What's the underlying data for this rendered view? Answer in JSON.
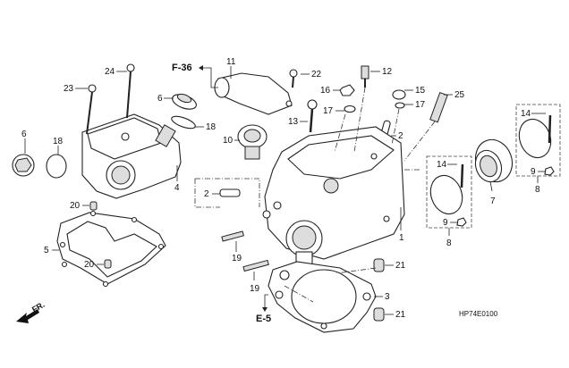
{
  "diagram": {
    "title": "Cylinder Head Parts Diagram",
    "drawing_code": "HP74E0100",
    "front_indicator": "FR.",
    "references": {
      "thermostat_ref": "F-36",
      "gasket_ref": "E-5"
    },
    "callouts": [
      {
        "id": "c24",
        "label": "24",
        "part": "bolt"
      },
      {
        "id": "c23",
        "label": "23",
        "part": "bolt"
      },
      {
        "id": "c6a",
        "label": "6",
        "part": "cap"
      },
      {
        "id": "c18a",
        "label": "18",
        "part": "o-ring"
      },
      {
        "id": "c6b",
        "label": "6",
        "part": "cap"
      },
      {
        "id": "c18b",
        "label": "18",
        "part": "o-ring"
      },
      {
        "id": "c4",
        "label": "4",
        "part": "cylinder head cover"
      },
      {
        "id": "c11",
        "label": "11",
        "part": "thermostat cover"
      },
      {
        "id": "c22",
        "label": "22",
        "part": "bolt"
      },
      {
        "id": "c12",
        "label": "12",
        "part": "sensor"
      },
      {
        "id": "c16",
        "label": "16",
        "part": "nut"
      },
      {
        "id": "c15",
        "label": "15",
        "part": "cap nut"
      },
      {
        "id": "c25",
        "label": "25",
        "part": "spark plug"
      },
      {
        "id": "c13",
        "label": "13",
        "part": "bolt"
      },
      {
        "id": "c17a",
        "label": "17",
        "part": "washer"
      },
      {
        "id": "c17b",
        "label": "17",
        "part": "washer"
      },
      {
        "id": "c10",
        "label": "10",
        "part": "thermostat"
      },
      {
        "id": "c2a",
        "label": "2",
        "part": "pipe"
      },
      {
        "id": "c2b",
        "label": "2",
        "part": "pipe"
      },
      {
        "id": "c14a",
        "label": "14",
        "part": "bolt"
      },
      {
        "id": "c9a",
        "label": "9",
        "part": "nut"
      },
      {
        "id": "c8a",
        "label": "8",
        "part": "band set"
      },
      {
        "id": "c14b",
        "label": "14",
        "part": "bolt"
      },
      {
        "id": "c9b",
        "label": "9",
        "part": "nut"
      },
      {
        "id": "c8b",
        "label": "8",
        "part": "band set"
      },
      {
        "id": "c7",
        "label": "7",
        "part": "insulator"
      },
      {
        "id": "c1",
        "label": "1",
        "part": "cylinder head"
      },
      {
        "id": "c20a",
        "label": "20",
        "part": "dowel"
      },
      {
        "id": "c20b",
        "label": "20",
        "part": "dowel"
      },
      {
        "id": "c5",
        "label": "5",
        "part": "cover gasket"
      },
      {
        "id": "c19a",
        "label": "19",
        "part": "stud"
      },
      {
        "id": "c19b",
        "label": "19",
        "part": "stud"
      },
      {
        "id": "c21a",
        "label": "21",
        "part": "dowel"
      },
      {
        "id": "c21b",
        "label": "21",
        "part": "dowel"
      },
      {
        "id": "c3",
        "label": "3",
        "part": "head gasket"
      }
    ]
  }
}
